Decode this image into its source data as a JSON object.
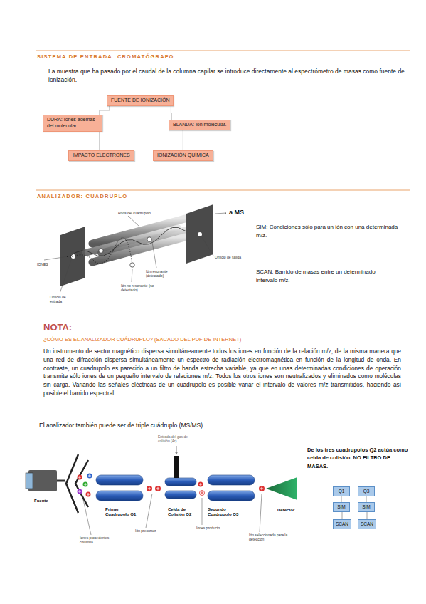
{
  "diagram": {
    "nodes": [
      {
        "text": [
          "FUENTE DE IONIZACIÓN"
        ]
      },
      {
        "text": [
          "DURA: Iones además del molecular"
        ]
      },
      {
        "text": [
          "BLANDA: Ión molecular."
        ]
      },
      {
        "text": [
          "IMPACTO ELECTRONES"
        ]
      },
      {
        "text": [
          "IONIZACIÓN QUÍMICA"
        ]
      },
      {
        "text": [
          "NOTA:",
          "¿CÓMO ES EL ANALIZADOR CUÁDRUPLO? (SACADO DEL PDF DE INTERNET)",
          "Un instrumento de sector magnético dispersa simultáneamente todos los iones en función de la relación m/z, de la misma manera que una red de difracción dispersa simultáneamente un espectro de radiación electromagnética en función de la longitud de onda. En contraste, un cuadrupolo es parecido a un filtro de banda estrecha variable, ya que en unas determinadas condiciones de operación transmite sólo iones de un pequeño intervalo de relaciones m/z. Todos los otros iones son neutralizados y eliminados como moléculas sin carga. Variando las señales eléctricas de un cuadrupolo es posible variar el intervalo de valores m/z transmitidos, haciendo así posible el barrido espectral."
        ]
      },
      {
        "text": [
          "Q1"
        ]
      },
      {
        "text": [
          "Q3"
        ]
      },
      {
        "text": [
          "SIM"
        ]
      },
      {
        "text": [
          "SIM"
        ]
      },
      {
        "text": [
          "SCAN"
        ]
      },
      {
        "text": [
          "SCAN"
        ]
      }
    ],
    "edges": [
      {
        "from": 0,
        "to": 1,
        "arrow": "none"
      },
      {
        "from": 0,
        "to": 2,
        "arrow": "none"
      },
      {
        "from": 1,
        "to": 3,
        "arrow": "none"
      },
      {
        "from": 2,
        "to": 4,
        "arrow": "none"
      },
      {
        "from": 6,
        "to": 8,
        "arrow": "none"
      },
      {
        "from": 8,
        "to": 10,
        "arrow": "none"
      },
      {
        "from": 7,
        "to": 9,
        "arrow": "none"
      },
      {
        "from": 9,
        "to": 11,
        "arrow": "none"
      }
    ],
    "labels": [
      "SISTEMA DE ENTRADA: CROMATÓGRAFO",
      "La muestra que ha pasado por el caudal de la columna capilar se introduce directamente al espectrómetro de masas como fuente de ionización.",
      "ANALIZADOR: CUADRUPLO",
      "Rods del cuadrupolo",
      "a MS",
      "IONES",
      "Ión resonante (detectado)",
      "Orificio de salida",
      "Ión no resonante (no detectado)",
      "Orificio de entrada",
      "SIM: Condiciones sólo para un ión con una determinada m/z.",
      "SCAN: Barrido de masas entre un determinado intervalo m/z.",
      "El analizador también puede ser de triple cuádruplo (MS/MS).",
      "Entrada del gas de colisión (Ar)",
      "Fuente",
      "Primer Cuadrupolo Q1",
      "Celda de Colisión Q2",
      "Segundo Cuadrupolo Q3",
      "Detector",
      "Ión precursor",
      "Iones producto",
      "Ión seleccionado para la detección",
      "Iones procedentes columna",
      "De los tres cuadrupolos Q2 actúa como celda de colisión. NO FILTRO DE MASAS."
    ]
  }
}
